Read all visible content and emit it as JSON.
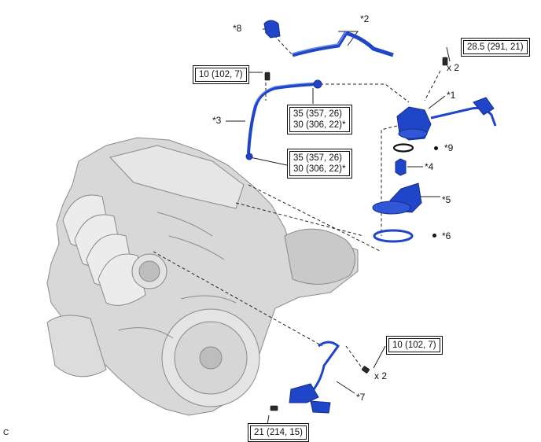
{
  "colors": {
    "part_blue": "#1f45c8",
    "part_blue_light": "#6f8fe6",
    "engine_gray": "#cfcfcf",
    "line": "#222222"
  },
  "callouts": {
    "p1": "*1",
    "p2": "*2",
    "p3": "*3",
    "p4": "*4",
    "p5": "*5",
    "p6": "*6",
    "p7": "*7",
    "p8": "*8",
    "p9": "*9"
  },
  "torques": {
    "t_top_right": "28.5 (291, 21)",
    "t_top_left": "10 (102, 7)",
    "t_mid_1a": "35 (357, 26)",
    "t_mid_1b": "30 (306, 22)*",
    "t_mid_2a": "35 (357, 26)",
    "t_mid_2b": "30 (306, 22)*",
    "t_bottom_right": "10 (102, 7)",
    "t_bottom": "21 (214, 15)"
  },
  "quantities": {
    "q_top": "x 2",
    "q_bottom": "x 2"
  },
  "footer": {
    "corner_code": "C"
  }
}
